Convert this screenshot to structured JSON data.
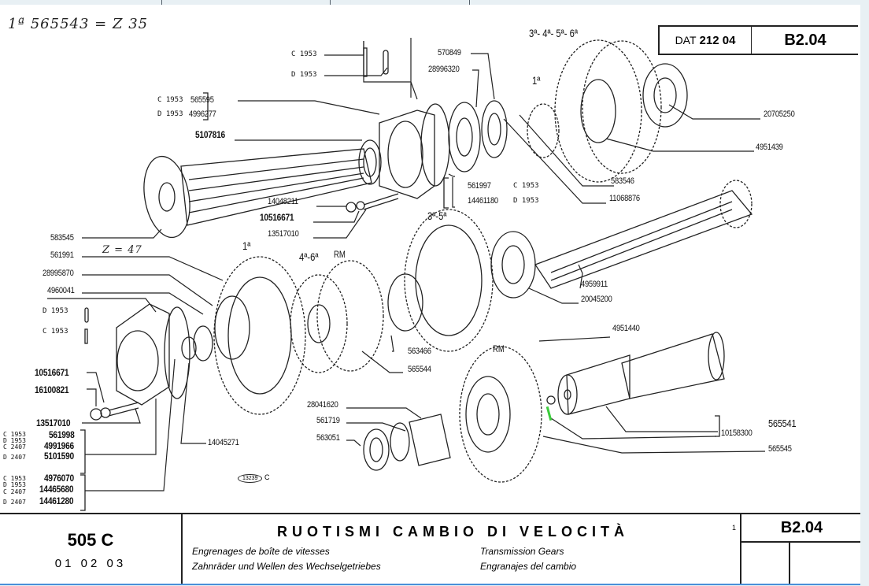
{
  "viewer": {
    "frame_color": "#e8f0f4",
    "accent_line_color": "#4a90d9",
    "highlight_mark_color": "#3ccc3c"
  },
  "sheet": {
    "handwritten_note": "1ª 565543 = Z 35",
    "handwritten_note_2": "Z = 47",
    "header_box": {
      "dat_prefix": "DAT",
      "dat_code": "212 04",
      "ref": "B2.04"
    },
    "gear_labels": {
      "top_group": "3ª- 4ª- 5ª- 6ª",
      "top_first": "1ª",
      "mid_first": "1ª",
      "mid_4_6": "4ª-6ª",
      "mid_rm": "RM",
      "mid_3_5": "3ª-5ª",
      "low_rm": "RM"
    },
    "parts": {
      "c1953_a": "C 1953",
      "d1953_a": "D 1953",
      "p570849": "570849",
      "p28996320": "28996320",
      "c1953_b": "C 1953",
      "p565595": "565595",
      "d1953_b": "D 1953",
      "p4996277": "4996277",
      "p5107816": "5107816",
      "p20705250": "20705250",
      "p4951439": "4951439",
      "p561997": "561997",
      "c1953_c": "C 1953",
      "p14461180": "14461180",
      "d1953_c": "D 1953",
      "p583546": "583546",
      "p11068876": "11068876",
      "p14048211": "14048211",
      "p10516671_top": "10516671",
      "p13517010_top": "13517010",
      "p583545": "583545",
      "p561991": "561991",
      "p28995870": "28995870",
      "p4960041": "4960041",
      "d1953_d": "D 1953",
      "c1953_d": "C 1953",
      "p10516671": "10516671",
      "p16100821": "16100821",
      "p13517010": "13517010",
      "p14045271": "14045271",
      "group1": {
        "variants": [
          "C 1953",
          "D 1953",
          "C 2407",
          "D 2407"
        ],
        "numbers": [
          "561998",
          "4991966",
          "5101590"
        ]
      },
      "group2": {
        "variants": [
          "C 1953",
          "D 1953",
          "C 2407",
          "D 2407"
        ],
        "numbers": [
          "4976070",
          "14465680",
          "14461280"
        ]
      },
      "p4959911": "4959911",
      "p20045200": "20045200",
      "p4951440": "4951440",
      "p563466": "563466",
      "p565544": "565544",
      "p28041620": "28041620",
      "p561719": "561719",
      "p563051": "563051",
      "p565541": "565541",
      "p10158300": "10158300",
      "p565545": "565545"
    },
    "stamp": {
      "code": "13239",
      "suffix": "C"
    },
    "title_block": {
      "model": "505 C",
      "codes": "01 02 03",
      "title_it": "RUOTISMI CAMBIO DI VELOCITÀ",
      "title_fr": "Engrenages de boîte de vitesses",
      "title_de": "Zahnräder und Wellen des Wechselgetriebes",
      "title_en": "Transmission Gears",
      "title_es": "Engranajes del cambio",
      "sheet_no": "1",
      "ref": "B2.04"
    }
  }
}
